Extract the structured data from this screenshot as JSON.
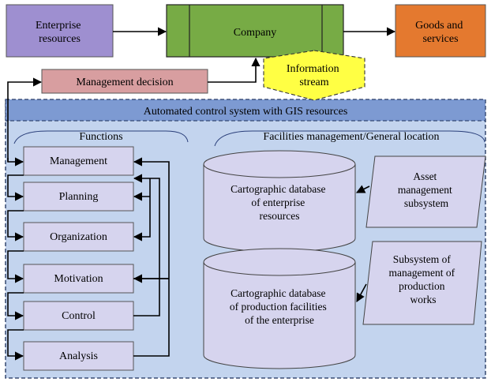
{
  "top": {
    "enterprise_resources": [
      "Enterprise",
      "resources"
    ],
    "company": "Company",
    "goods_services": [
      "Goods and",
      "services"
    ],
    "information_stream": [
      "Information",
      "stream"
    ],
    "management_decision": "Management decision"
  },
  "system": {
    "title": "Automated control system with GIS resources",
    "functions_heading": "Functions",
    "facilities_heading": "Facilities management/General location",
    "functions": [
      "Management",
      "Planning",
      "Organization",
      "Motivation",
      "Control",
      "Analysis"
    ],
    "db_enterprise": [
      "Cartographic database",
      "of enterprise",
      "resources"
    ],
    "db_production": [
      "Cartographic database",
      "of production facilities",
      "of the enterprise"
    ],
    "asset_subsystem": [
      "Asset",
      "management",
      "subsystem"
    ],
    "production_subsystem": [
      "Subsystem of",
      "management of",
      "production",
      "works"
    ]
  },
  "colors": {
    "enterprise_fill": "#9e8fd0",
    "company_fill": "#77ab45",
    "goods_fill": "#e4792f",
    "info_fill": "#ffff44",
    "decision_fill": "#d89ea0",
    "system_bg": "#c3d4ee",
    "title_bar": "#7d9ad2",
    "box_fill": "#d6d4ee"
  }
}
